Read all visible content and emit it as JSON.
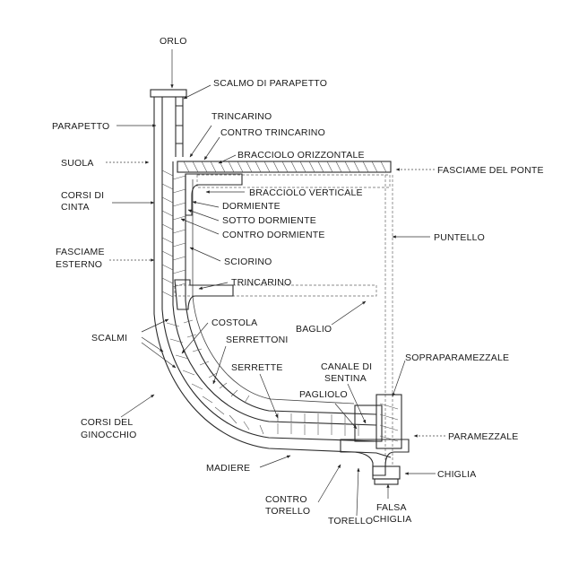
{
  "labels": {
    "orlo": "ORLO",
    "scalmo_parapetto": "SCALMO DI  PARAPETTO",
    "parapetto": "PARAPETTO",
    "trincarino_top": "TRINCARINO",
    "contro_trincarino": "CONTRO TRINCARINO",
    "bracciolo_orizzontale": "BRACCIOLO ORIZZONTALE",
    "suola": "SUOLA",
    "fasciame_ponte": "FASCIAME DEL PONTE",
    "corsi_cinta_1": "CORSI DI",
    "corsi_cinta_2": "CINTA",
    "bracciolo_verticale": "BRACCIOLO VERTICALE",
    "dormiente": "DORMIENTE",
    "sotto_dormiente": "SOTTO DORMIENTE",
    "contro_dormiente": "CONTRO DORMIENTE",
    "puntello": "PUNTELLO",
    "fasciame_esterno_1": "FASCIAME",
    "fasciame_esterno_2": "ESTERNO",
    "sciorino": "SCIORINO",
    "trincarino_low": "TRINCARINO",
    "costola": "COSTOLA",
    "scalmi": "SCALMI",
    "baglio": "BAGLIO",
    "serrettoni": "SERRETTONI",
    "canale_1": "CANALE DI",
    "canale_2": "SENTINA",
    "sopraparamezzale": "SOPRAPARAMEZZALE",
    "serrette": "SERRETTE",
    "pagliolo": "PAGLIOLO",
    "corsi_ginocchio_1": "CORSI DEL",
    "corsi_ginocchio_2": "GINOCCHIO",
    "paramezzale": "PARAMEZZALE",
    "madiere": "MADIERE",
    "chiglia": "CHIGLIA",
    "contro_torello_1": "CONTRO",
    "contro_torello_2": "TORELLO",
    "torello": "TORELLO",
    "falsa_chiglia_1": "FALSA",
    "falsa_chiglia_2": "CHIGLIA"
  }
}
